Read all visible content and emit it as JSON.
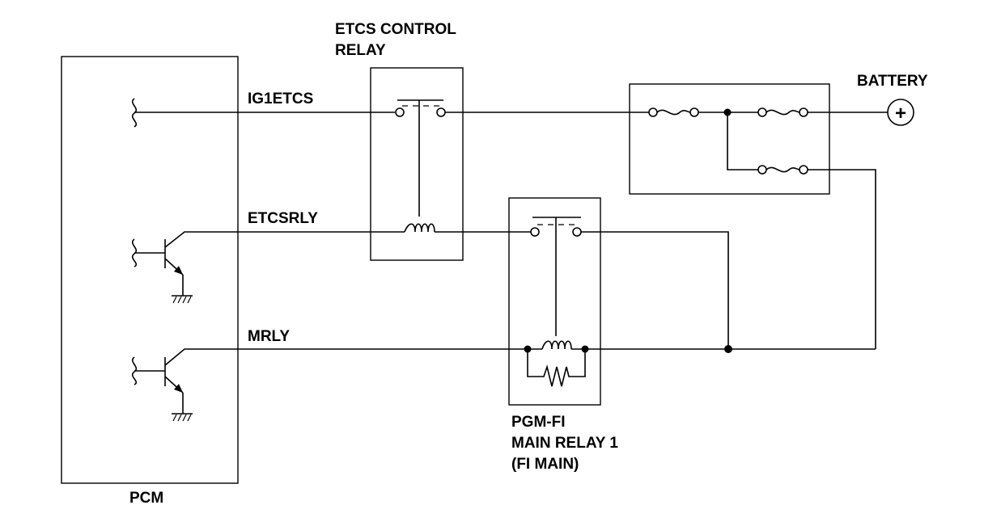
{
  "components": {
    "pcm": {
      "label": "PCM"
    },
    "etcs_relay": {
      "label_line1": "ETCS CONTROL",
      "label_line2": "RELAY"
    },
    "main_relay": {
      "label_line1": "PGM-FI",
      "label_line2": "MAIN RELAY 1",
      "label_line3": "(FI MAIN)"
    },
    "battery": {
      "label": "BATTERY",
      "symbol": "+"
    }
  },
  "wires": {
    "ig1etcs": "IG1ETCS",
    "etcsrly": "ETCSRLY",
    "mrly": "MRLY"
  }
}
